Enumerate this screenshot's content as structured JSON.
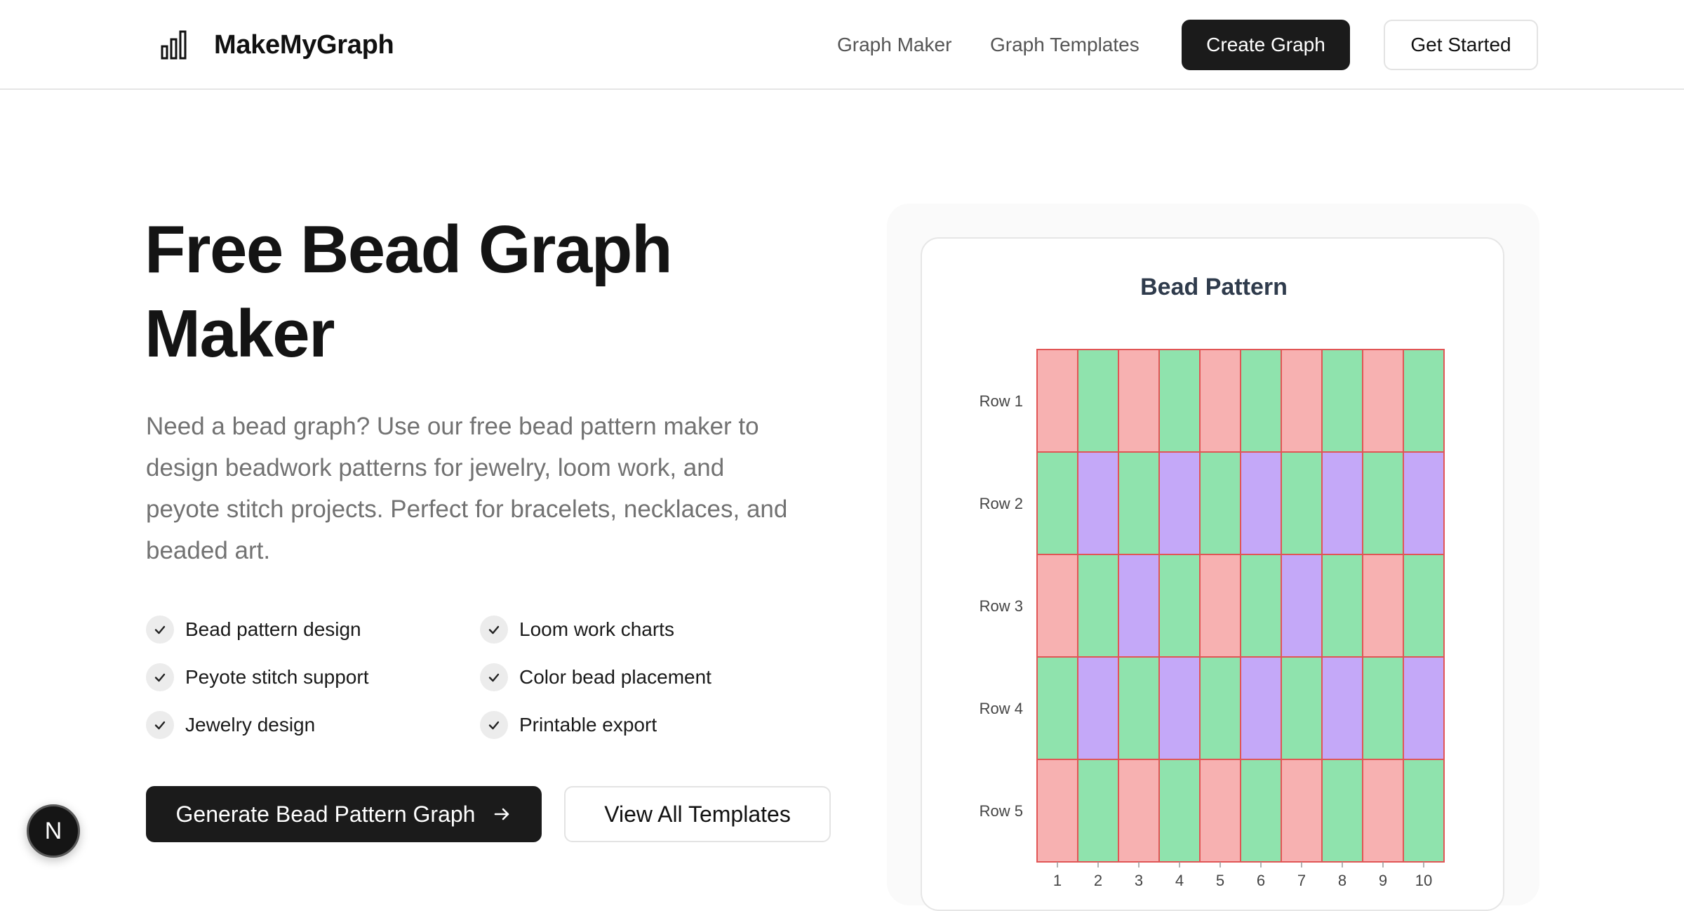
{
  "header": {
    "brand": "MakeMyGraph",
    "nav": [
      "Graph Maker",
      "Graph Templates"
    ],
    "create_label": "Create Graph",
    "get_started_label": "Get Started"
  },
  "hero": {
    "title_line1": "Free Bead Graph",
    "title_line2": "Maker",
    "description": "Need a bead graph? Use our free bead pattern maker to design beadwork patterns for jewelry, loom work, and peyote stitch projects. Perfect for bracelets, necklaces, and beaded art.",
    "features": [
      "Bead pattern design",
      "Loom work charts",
      "Peyote stitch support",
      "Color bead placement",
      "Jewelry design",
      "Printable export"
    ],
    "primary_cta": "Generate Bead Pattern Graph",
    "secondary_cta": "View All Templates"
  },
  "fab": {
    "label": "N"
  },
  "colors": {
    "pink": "#f7b1b1",
    "green": "#8fe3ad",
    "purple": "#c4a8f8",
    "border": "#e15555"
  },
  "chart_data": {
    "type": "heatmap",
    "title": "Bead Pattern",
    "rows": [
      "Row 1",
      "Row 2",
      "Row 3",
      "Row 4",
      "Row 5"
    ],
    "columns": [
      "1",
      "2",
      "3",
      "4",
      "5",
      "6",
      "7",
      "8",
      "9",
      "10"
    ],
    "cells": [
      [
        "pink",
        "green",
        "pink",
        "green",
        "pink",
        "green",
        "pink",
        "green",
        "pink",
        "green"
      ],
      [
        "green",
        "purple",
        "green",
        "purple",
        "green",
        "purple",
        "green",
        "purple",
        "green",
        "purple"
      ],
      [
        "pink",
        "green",
        "purple",
        "green",
        "pink",
        "green",
        "purple",
        "green",
        "pink",
        "green"
      ],
      [
        "green",
        "purple",
        "green",
        "purple",
        "green",
        "purple",
        "green",
        "purple",
        "green",
        "purple"
      ],
      [
        "pink",
        "green",
        "pink",
        "green",
        "pink",
        "green",
        "pink",
        "green",
        "pink",
        "green"
      ]
    ]
  }
}
